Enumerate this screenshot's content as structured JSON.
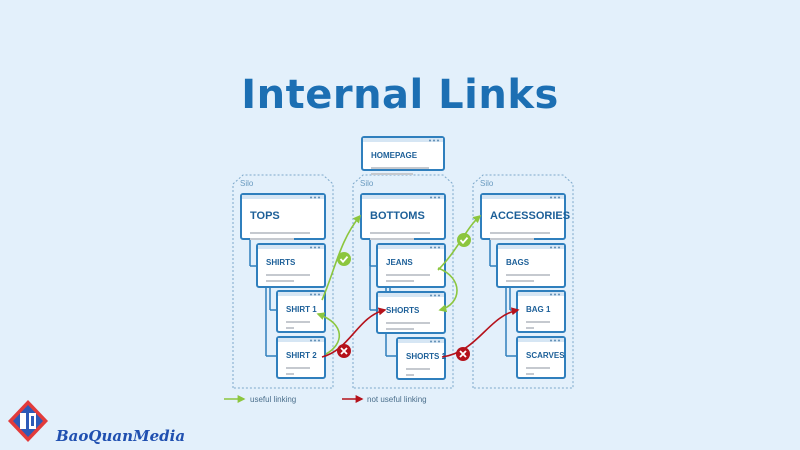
{
  "title": "Internal Links",
  "homepage": "HOMEPAGE",
  "silos": [
    {
      "label": "Silo",
      "items": [
        "TOPS",
        "SHIRTS",
        "SHIRT 1",
        "SHIRT 2"
      ]
    },
    {
      "label": "Silo",
      "items": [
        "BOTTOMS",
        "JEANS",
        "SHORTS",
        "SHORTS 1"
      ]
    },
    {
      "label": "Silo",
      "items": [
        "ACCESSORIES",
        "BAGS",
        "BAG 1",
        "SCARVES"
      ]
    }
  ],
  "legend": {
    "useful": "useful linking",
    "not_useful": "not useful linking"
  },
  "colors": {
    "useful": "#8cc63e",
    "not_useful": "#b5121b",
    "card_border": "#2f7fbd",
    "title": "#1c6fb3"
  },
  "icons": {
    "useful": "check-icon",
    "not_useful": "cross-icon"
  },
  "brand": "BaoQuanMedia"
}
